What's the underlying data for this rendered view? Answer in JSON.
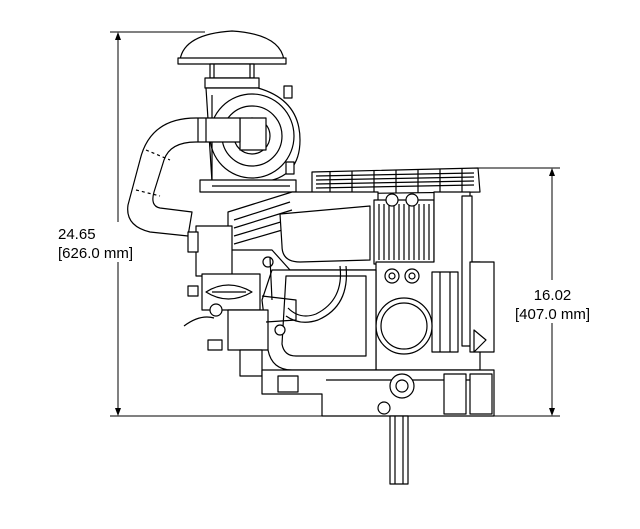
{
  "dimensions": {
    "overall_height": {
      "inches": "24.65",
      "mm": "[626.0 mm]"
    },
    "right_height": {
      "inches": "16.02",
      "mm": "[407.0 mm]"
    }
  },
  "colors": {
    "line": "#000000",
    "background": "#ffffff",
    "fill": "#ffffff"
  },
  "icons": {
    "subject": "engine-side-view-drawing"
  }
}
